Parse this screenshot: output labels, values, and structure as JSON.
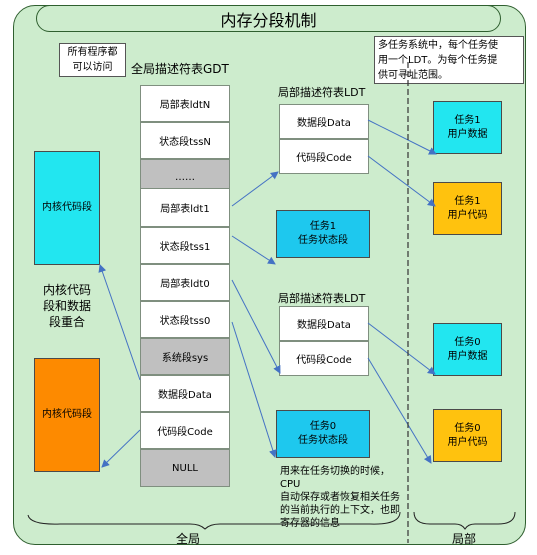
{
  "title": "内存分段机制",
  "gdt": {
    "title": "全局描述符表GDT",
    "access_note": [
      "所有程序都",
      "可以访问"
    ],
    "cells": [
      {
        "label": "局部表ldtN",
        "gray": false
      },
      {
        "label": "状态段tssN",
        "gray": false
      },
      {
        "label": "……",
        "gray": true
      },
      {
        "label": "局部表ldt1",
        "gray": false
      },
      {
        "label": "状态段tss1",
        "gray": false
      },
      {
        "label": "局部表ldt0",
        "gray": false
      },
      {
        "label": "状态段tss0",
        "gray": false
      },
      {
        "label": "系统段sys",
        "gray": true
      },
      {
        "label": "数据段Data",
        "gray": false
      },
      {
        "label": "代码段Code",
        "gray": false
      },
      {
        "label": "NULL",
        "gray": true
      }
    ]
  },
  "kernel": {
    "top_box": "内核代码段",
    "bottom_box": "内核代码段",
    "overlap_note": [
      "内核代码",
      "段和数据",
      "段重合"
    ]
  },
  "ldt_top": {
    "title": "局部描述符表LDT",
    "data": "数据段Data",
    "code": "代码段Code"
  },
  "ldt_bottom": {
    "title": "局部描述符表LDT",
    "data": "数据段Data",
    "code": "代码段Code"
  },
  "tss1": [
    "任务1",
    "任务状态段"
  ],
  "tss0": [
    "任务0",
    "任务状态段"
  ],
  "task1_data": [
    "任务1",
    "用户数据"
  ],
  "task1_code": [
    "任务1",
    "用户代码"
  ],
  "task0_data": [
    "任务0",
    "用户数据"
  ],
  "task0_code": [
    "任务0",
    "用户代码"
  ],
  "ldt_note": [
    "多任务系统中，每个任务使",
    "用一个LDT。为每个任务提",
    "供可寻址范围。"
  ],
  "tss_note": [
    "用来在任务切换的时候，CPU",
    "自动保存或者恢复相关任务",
    "的当前执行的上下文，也即",
    "寄存器的信息"
  ],
  "scope": {
    "global": "全局",
    "local": "局部"
  },
  "colors": {
    "background": "#cdeccd",
    "cyan": "#1ec8ee",
    "yellow": "#ffc20e",
    "orange": "#fd8a00",
    "arrow": "#4472c4"
  }
}
